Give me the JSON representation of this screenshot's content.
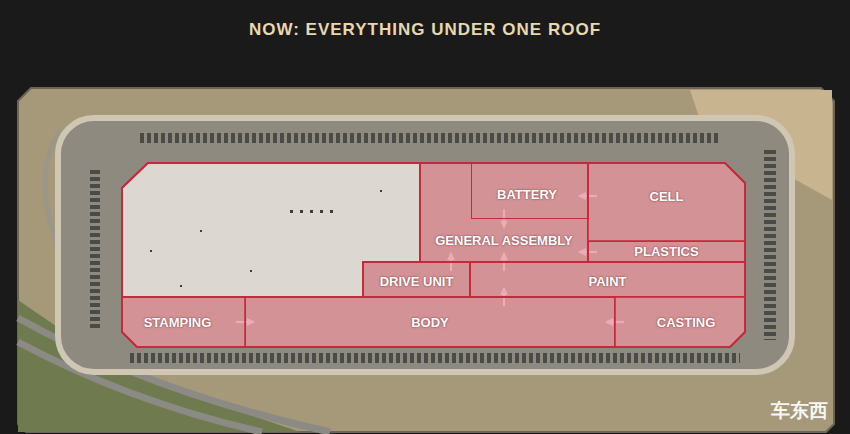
{
  "diagram": {
    "title": "NOW: EVERYTHING UNDER ONE ROOF",
    "nodes": [
      {
        "text": [
          "GENERAL ASSEMBLY"
        ]
      },
      {
        "text": [
          "BATTERY"
        ],
        "in": 0
      },
      {
        "text": [
          "CELL"
        ]
      },
      {
        "text": [
          "PLASTICS"
        ]
      },
      {
        "text": [
          "DRIVE UNIT"
        ]
      },
      {
        "text": [
          "PAINT"
        ]
      },
      {
        "text": [
          "STAMPING"
        ]
      },
      {
        "text": [
          "BODY"
        ]
      },
      {
        "text": [
          "CASTING"
        ]
      }
    ],
    "edges": [
      {
        "from": 6,
        "to": 7,
        "arrow": "to"
      },
      {
        "from": 8,
        "to": 7,
        "arrow": "to"
      },
      {
        "from": 7,
        "to": 5,
        "arrow": "to"
      },
      {
        "from": 5,
        "to": 0,
        "arrow": "to"
      },
      {
        "from": 4,
        "to": 0,
        "arrow": "to"
      },
      {
        "from": 1,
        "to": 0,
        "arrow": "to"
      },
      {
        "from": 2,
        "to": 1,
        "arrow": "to"
      },
      {
        "from": 3,
        "to": 0,
        "arrow": "to"
      }
    ],
    "labels": [
      "车东西"
    ]
  }
}
